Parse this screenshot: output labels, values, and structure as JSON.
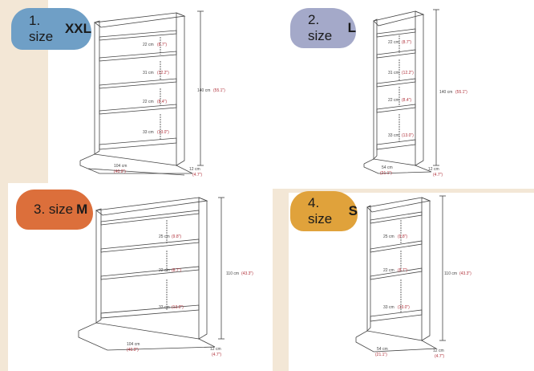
{
  "colors": {
    "background": "#f3e7d6",
    "panel": "#ffffff",
    "badge_xxl": "#6f9fc6",
    "badge_l": "#a4a9c9",
    "badge_m": "#dc6f3b",
    "badge_s": "#e0a23b",
    "dimension_red": "#b0303a",
    "line": "#444444"
  },
  "panels": [
    {
      "label": "1. size",
      "size": "XXL",
      "shelf_dims": [
        {
          "cm": "22 cm",
          "in": "(8.7\")"
        },
        {
          "cm": "31 cm",
          "in": "(12.2\")"
        },
        {
          "cm": "22 cm",
          "in": "(8.4\")"
        },
        {
          "cm": "33 cm",
          "in": "(13.0\")"
        }
      ],
      "height": {
        "cm": "140 cm",
        "in": "(55.1\")"
      },
      "width": {
        "cm": "104 cm",
        "in": "(40.9\")"
      },
      "depth": {
        "cm": "12 cm",
        "in": "(4.7\")"
      }
    },
    {
      "label": "2. size",
      "size": "L",
      "shelf_dims": [
        {
          "cm": "22 cm",
          "in": "(8.7\")"
        },
        {
          "cm": "31 cm",
          "in": "(12.2\")"
        },
        {
          "cm": "22 cm",
          "in": "(8.4\")"
        },
        {
          "cm": "33 cm",
          "in": "(13.0\")"
        }
      ],
      "height": {
        "cm": "140 cm",
        "in": "(55.1\")"
      },
      "width": {
        "cm": "54 cm",
        "in": "(21.1\")"
      },
      "depth": {
        "cm": "12 cm",
        "in": "(4.7\")"
      }
    },
    {
      "label": "3. size",
      "size": "M",
      "shelf_dims": [
        {
          "cm": "25 cm",
          "in": "(9.8\")"
        },
        {
          "cm": "22 cm",
          "in": "(8.7\")"
        },
        {
          "cm": "33 cm",
          "in": "(13.0\")"
        }
      ],
      "height": {
        "cm": "110 cm",
        "in": "(43.3\")"
      },
      "width": {
        "cm": "104 cm",
        "in": "(40.9\")"
      },
      "depth": {
        "cm": "12 cm",
        "in": "(4.7\")"
      }
    },
    {
      "label": "4. size",
      "size": "S",
      "shelf_dims": [
        {
          "cm": "25 cm",
          "in": "(9.8\")"
        },
        {
          "cm": "22 cm",
          "in": "(8.7\")"
        },
        {
          "cm": "33 cm",
          "in": "(13.0\")"
        }
      ],
      "height": {
        "cm": "110 cm",
        "in": "(43.3\")"
      },
      "width": {
        "cm": "54 cm",
        "in": "(21.1\")"
      },
      "depth": {
        "cm": "12 cm",
        "in": "(4.7\")"
      }
    }
  ]
}
